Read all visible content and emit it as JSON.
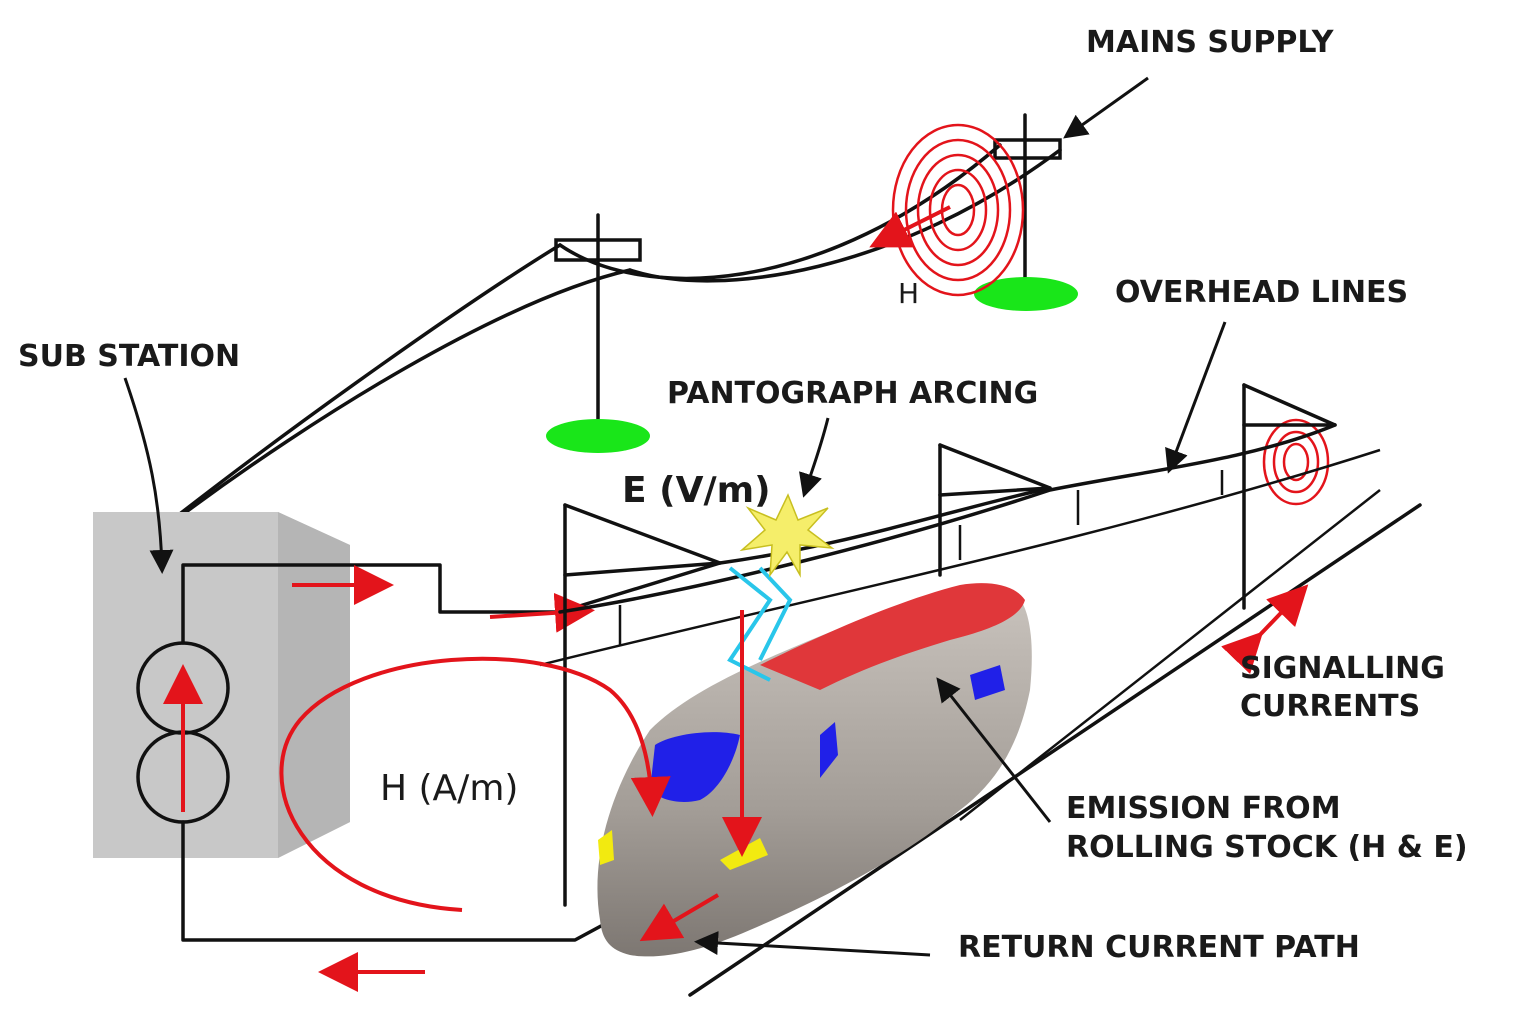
{
  "labels": {
    "mains_supply": "MAINS SUPPLY",
    "overhead_lines": "OVERHEAD LINES",
    "sub_station": "SUB STATION",
    "pantograph_arcing": "PANTOGRAPH ARCING",
    "e_field": "E (V/m)",
    "h_field_small": "H",
    "h_field": "H (A/m)",
    "signalling_currents_line1": "SIGNALLING",
    "signalling_currents_line2": "CURRENTS",
    "emission_line1": "EMISSION FROM",
    "emission_line2": "ROLLING STOCK (H & E)",
    "return_current": "RETURN CURRENT PATH"
  },
  "colors": {
    "current_arrow": "#e3141b",
    "pylon_base": "#19e619",
    "substation": "#c8c8c8",
    "train_body": "#a8a19b",
    "train_roof": "#e0373a",
    "train_window": "#2020e8",
    "train_light": "#f2ea10",
    "arc_star": "#f5ee6a",
    "pantograph": "#29c6ea"
  }
}
